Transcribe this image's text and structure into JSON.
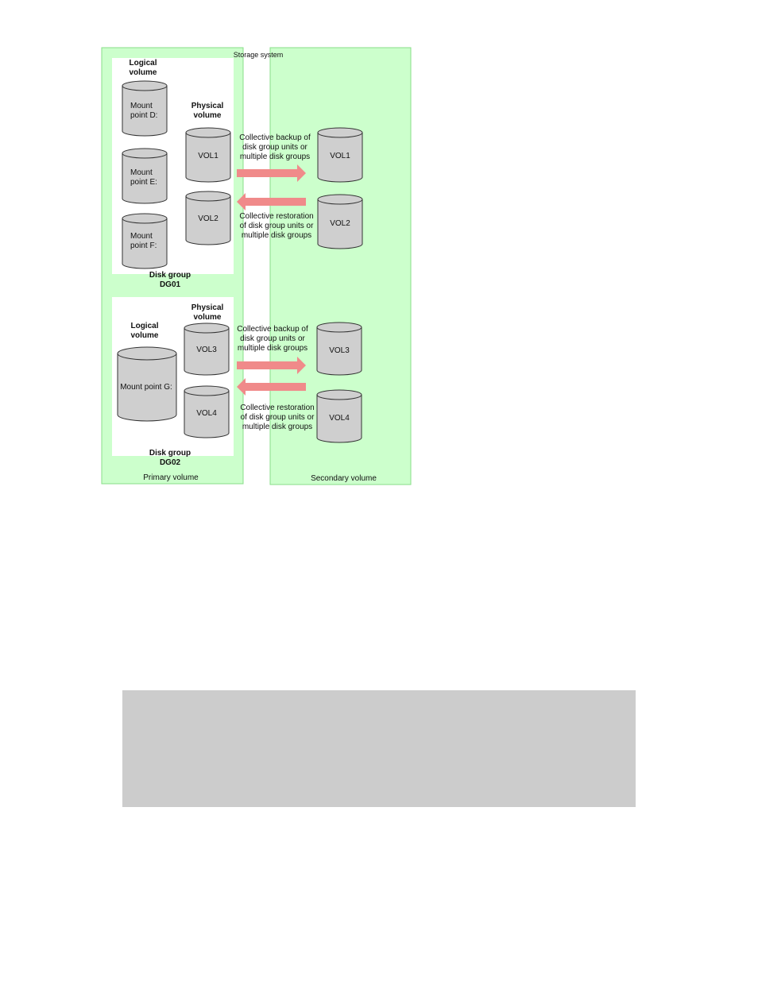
{
  "diagram": {
    "storage_system": "Storage system",
    "primary_volume": "Primary volume",
    "secondary_volume": "Secondary volume",
    "colors": {
      "volume_fill": "#ccffcc",
      "volume_stroke": "#88dd88",
      "arrow": "#f08a8a",
      "cylinder": "#cfcfcf"
    },
    "dg01": {
      "logical_header": "Logical\nvolume",
      "physical_header": "Physical\nvolume",
      "logical": [
        "Mount\npoint D:",
        "Mount\npoint E:",
        "Mount\npoint F:"
      ],
      "physical": [
        "VOL1",
        "VOL2"
      ],
      "group_label": "Disk group\nDG01",
      "backup_text": "Collective backup of\ndisk group units or\nmultiple disk groups",
      "restore_text": "Collective restoration\nof disk group units or\nmultiple disk groups",
      "secondary": [
        "VOL1",
        "VOL2"
      ]
    },
    "dg02": {
      "logical_header": "Logical\nvolume",
      "physical_header": "Physical\nvolume",
      "logical": [
        "Mount point G:"
      ],
      "physical": [
        "VOL3",
        "VOL4"
      ],
      "group_label": "Disk group\nDG02",
      "backup_text": "Collective backup of\ndisk group units or\nmultiple disk groups",
      "restore_text": "Collective restoration\nof disk group units or\nmultiple disk groups",
      "secondary": [
        "VOL3",
        "VOL4"
      ]
    }
  }
}
